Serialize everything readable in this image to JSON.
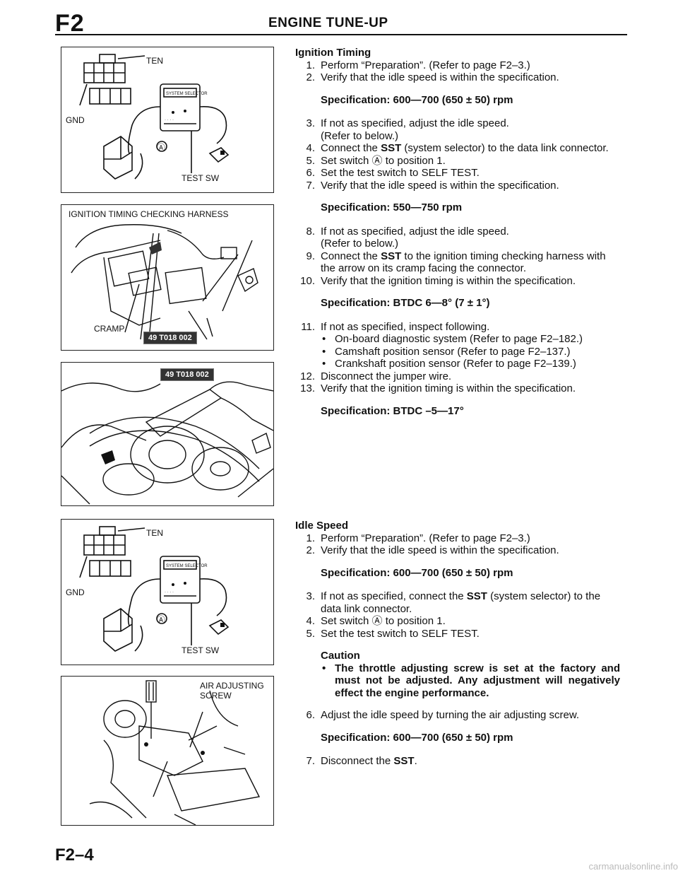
{
  "header": {
    "section_code": "F2",
    "title": "ENGINE TUNE-UP"
  },
  "figures": {
    "fig1": {
      "ten": "TEN",
      "gnd": "GND",
      "switch_a": "Ⓐ",
      "test_sw": "TEST SW"
    },
    "fig2": {
      "title": "IGNITION TIMING CHECKING HARNESS",
      "cramp": "CRAMP",
      "tool": "49 T018 002"
    },
    "fig3": {
      "tool": "49 T018 002"
    },
    "fig4": {
      "ten": "TEN",
      "gnd": "GND",
      "switch_a": "Ⓐ",
      "test_sw": "TEST SW"
    },
    "fig5": {
      "label_line1": "AIR ADJUSTING",
      "label_line2": "SCREW"
    }
  },
  "ignition_timing": {
    "heading": "Ignition Timing",
    "steps": [
      {
        "n": "1.",
        "text": "Perform “Preparation”. (Refer to page F2–3.)"
      },
      {
        "n": "2.",
        "text": "Verify that the idle speed is within the specification."
      }
    ],
    "spec1": "Specification: 600—700 (650 ± 50) rpm",
    "step3_n": "3.",
    "step3_a": "If not as specified, adjust the idle speed.",
    "step3_b": "(Refer to below.)",
    "step4_n": "4.",
    "step4_pre": "Connect the ",
    "step4_bold": "SST",
    "step4_post": " (system selector) to the data link connector.",
    "step5_n": "5.",
    "step5": "Set switch Ⓐ to position 1.",
    "step6_n": "6.",
    "step6": "Set the test switch to SELF TEST.",
    "step7_n": "7.",
    "step7": "Verify that the idle speed is within the specification.",
    "spec2": "Specification: 550—750 rpm",
    "step8_n": "8.",
    "step8_a": "If not as specified, adjust the idle speed.",
    "step8_b": "(Refer to below.)",
    "step9_n": "9.",
    "step9_pre": "Connect the ",
    "step9_bold": "SST",
    "step9_post": " to the ignition timing checking harness with the arrow on its cramp facing the connector.",
    "step10_n": "10.",
    "step10": "Verify that the ignition timing is within the specification.",
    "spec3": "Specification: BTDC 6—8° (7 ± 1°)",
    "step11_n": "11.",
    "step11": "If not as specified, inspect following.",
    "bullets": [
      "On-board diagnostic system (Refer to page F2–182.)",
      "Camshaft position sensor (Refer to page F2–137.)",
      "Crankshaft position sensor (Refer to page F2–139.)"
    ],
    "step12_n": "12.",
    "step12": "Disconnect the jumper wire.",
    "step13_n": "13.",
    "step13": "Verify that the ignition timing is within the specification.",
    "spec4": "Specification: BTDC –5—17°"
  },
  "idle_speed": {
    "heading": "Idle Speed",
    "s1_n": "1.",
    "s1": "Perform “Preparation”. (Refer to page F2–3.)",
    "s2_n": "2.",
    "s2": "Verify that the idle speed is within the specification.",
    "spec1": "Specification: 600—700 (650 ± 50) rpm",
    "s3_n": "3.",
    "s3_pre": "If not as specified, connect the ",
    "s3_bold": "SST",
    "s3_post": " (system selector) to the data link connector.",
    "s4_n": "4.",
    "s4": "Set switch Ⓐ to position 1.",
    "s5_n": "5.",
    "s5": "Set the test switch to SELF TEST.",
    "caution_title": "Caution",
    "caution_text": "The throttle adjusting screw is set at the factory and must not be adjusted. Any adjustment will negatively effect the engine performance.",
    "s6_n": "6.",
    "s6": "Adjust the idle speed by turning the air adjusting screw.",
    "spec2": "Specification: 600—700 (650 ± 50) rpm",
    "s7_n": "7.",
    "s7_pre": "Disconnect the ",
    "s7_bold": "SST",
    "s7_post": "."
  },
  "footer": {
    "page": "F2–4",
    "watermark": "carmanualsonline.info"
  }
}
